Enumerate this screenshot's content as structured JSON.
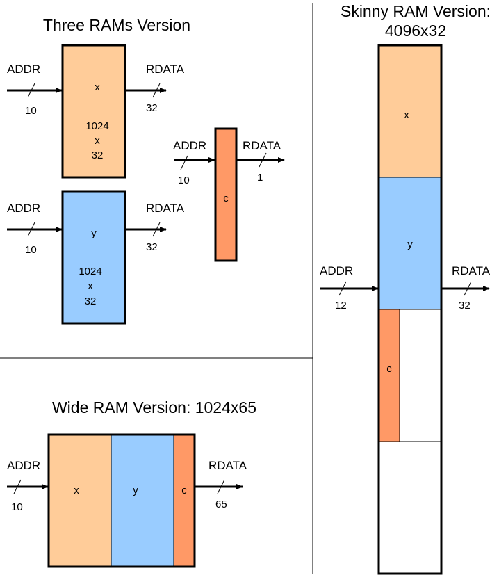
{
  "colors": {
    "x": "#ffcc99",
    "y": "#99ccff",
    "c": "#ff9966",
    "empty": "#ffffff"
  },
  "three_rams": {
    "title": "Three RAMs Version",
    "ram_x": {
      "cell": "x",
      "size_rows": "1024",
      "size_x": "x",
      "size_width": "32",
      "addr_label": "ADDR",
      "addr_width": "10",
      "rdata_label": "RDATA",
      "rdata_width": "32"
    },
    "ram_y": {
      "cell": "y",
      "size_rows": "1024",
      "size_x": "x",
      "size_width": "32",
      "addr_label": "ADDR",
      "addr_width": "10",
      "rdata_label": "RDATA",
      "rdata_width": "32"
    },
    "ram_c": {
      "cell": "c",
      "addr_label": "ADDR",
      "addr_width": "10",
      "rdata_label": "RDATA",
      "rdata_width": "1"
    }
  },
  "wide_ram": {
    "title": "Wide RAM Version:  1024x65",
    "cells": [
      "x",
      "y",
      "c"
    ],
    "addr_label": "ADDR",
    "addr_width": "10",
    "rdata_label": "RDATA",
    "rdata_width": "65"
  },
  "skinny_ram": {
    "title": "Skinny RAM Version:",
    "subtitle": "4096x32",
    "cells": [
      "x",
      "y",
      "c"
    ],
    "addr_label": "ADDR",
    "addr_width": "12",
    "rdata_label": "RDATA",
    "rdata_width": "32"
  }
}
